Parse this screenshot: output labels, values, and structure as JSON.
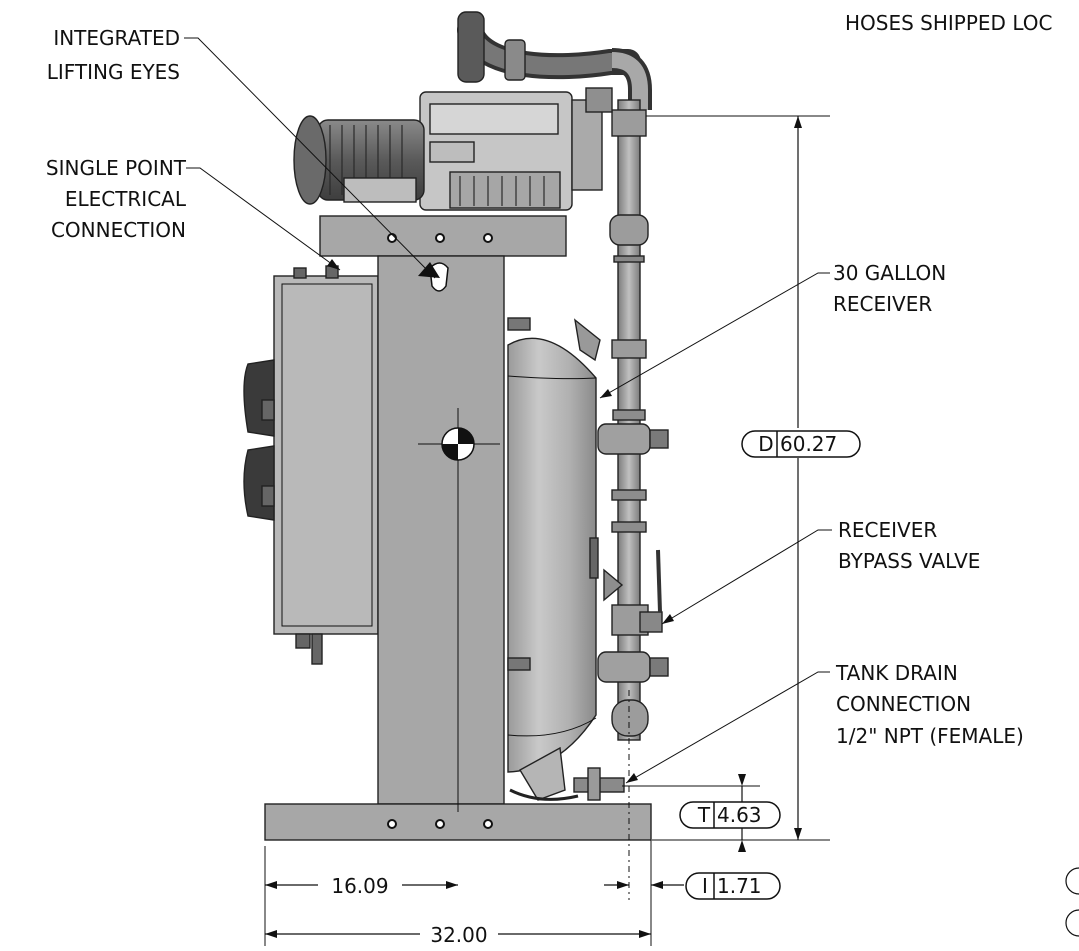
{
  "labels": {
    "hoses": "HOSES SHIPPED LOC",
    "lifting_1": "INTEGRATED",
    "lifting_2": "LIFTING EYES",
    "electrical_1": "SINGLE POINT",
    "electrical_2": "ELECTRICAL",
    "electrical_3": "CONNECTION",
    "receiver_1": "30 GALLON",
    "receiver_2": "RECEIVER",
    "bypass_1": "RECEIVER",
    "bypass_2": "BYPASS VALVE",
    "drain_1": "TANK DRAIN",
    "drain_2": "CONNECTION",
    "drain_3": "1/2\" NPT (FEMALE)"
  },
  "dimensions": {
    "height": {
      "tag": "D",
      "value": "60.27"
    },
    "drain_height": {
      "tag": "T",
      "value": "4.63"
    },
    "drain_offset": {
      "tag": "I",
      "value": "1.71"
    },
    "center_of_gravity_x": "16.09",
    "overall_width": "32.00"
  },
  "colors": {
    "frame": "#a7a7a7",
    "frame_dark": "#8f8f8f",
    "tank": "#b3b3b3",
    "pump": "#c4c4c4",
    "motor": "#6e6e6e",
    "panel": "#b8b8b8",
    "knob": "#3a3a3a",
    "pipe": "#9a9a9a"
  },
  "icons": {
    "center_of_gravity": "center-of-gravity-icon"
  }
}
